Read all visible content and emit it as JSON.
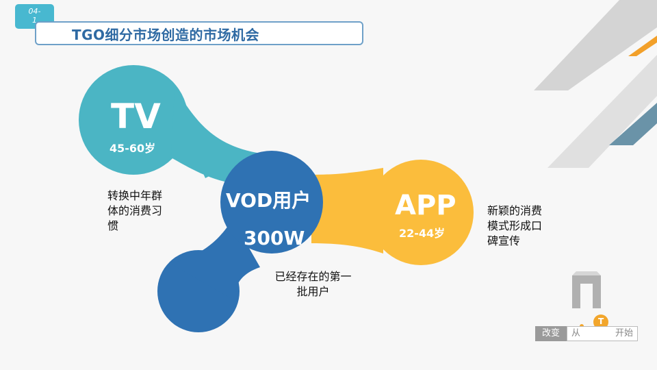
{
  "badge": {
    "line1": "04-",
    "line2": "1"
  },
  "title": "TGO细分市场创造的市场机会",
  "tv": {
    "label": "TV",
    "age": "45-60岁",
    "desc_lines": [
      "转换中年群",
      "体的消费习",
      "惯"
    ]
  },
  "vod": {
    "label": "VOD用户",
    "count": "300W",
    "desc_lines": [
      "已经存在的第一",
      "批用户"
    ]
  },
  "app": {
    "label": "APP",
    "age": "22-44岁",
    "desc_lines": [
      "新颖的消费",
      "模式形成口",
      "碑宣传"
    ]
  },
  "footer": {
    "left": "改变",
    "mid": "从",
    "right": "开始",
    "logo_letter": "T"
  },
  "colors": {
    "teal": "#4bb5c4",
    "blue": "#2f72b3",
    "yellow": "#fbbd3c",
    "title": "#2f6aa3",
    "badge": "#48b8d0"
  }
}
